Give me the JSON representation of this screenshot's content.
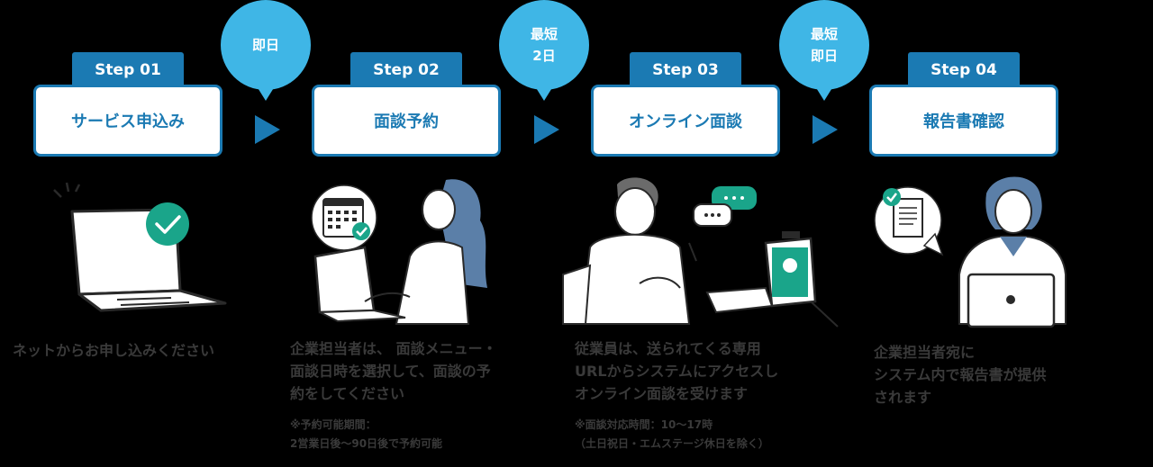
{
  "steps": [
    {
      "tab": "Step 01",
      "title": "サービス申込み",
      "description": "ネットからお申し込みください",
      "note": ""
    },
    {
      "tab": "Step 02",
      "title": "面談予約",
      "description": "企業担当者は、 面談メニュー・\n面談日時を選択して、面談の予\n約をしてください",
      "note": "※予約可能期間：\n2営業日後〜90日後で予約可能"
    },
    {
      "tab": "Step 03",
      "title": "オンライン面談",
      "description": "従業員は、送られてくる専用\nURLからシステムにアクセスし\nオンライン面談を受けます",
      "note": "※面談対応時間：10〜17時\n（土日祝日・エムステージ休日を除く）"
    },
    {
      "tab": "Step 04",
      "title": "報告書確認",
      "description": "企業担当者宛に\nシステム内で報告書が提供\nされます",
      "note": ""
    }
  ],
  "bubbles": [
    {
      "text": "即日"
    },
    {
      "line1": "最短",
      "line2": "2日"
    },
    {
      "line1": "最短",
      "line2": "即日"
    }
  ],
  "colors": {
    "primary": "#1b7ab3",
    "bubble": "#3fb6e6",
    "accent_green": "#1aa58a",
    "background": "#000000"
  },
  "icons": [
    "laptop-checkmark-icon",
    "calendar-check-icon",
    "chat-dots-icon",
    "document-check-icon"
  ]
}
